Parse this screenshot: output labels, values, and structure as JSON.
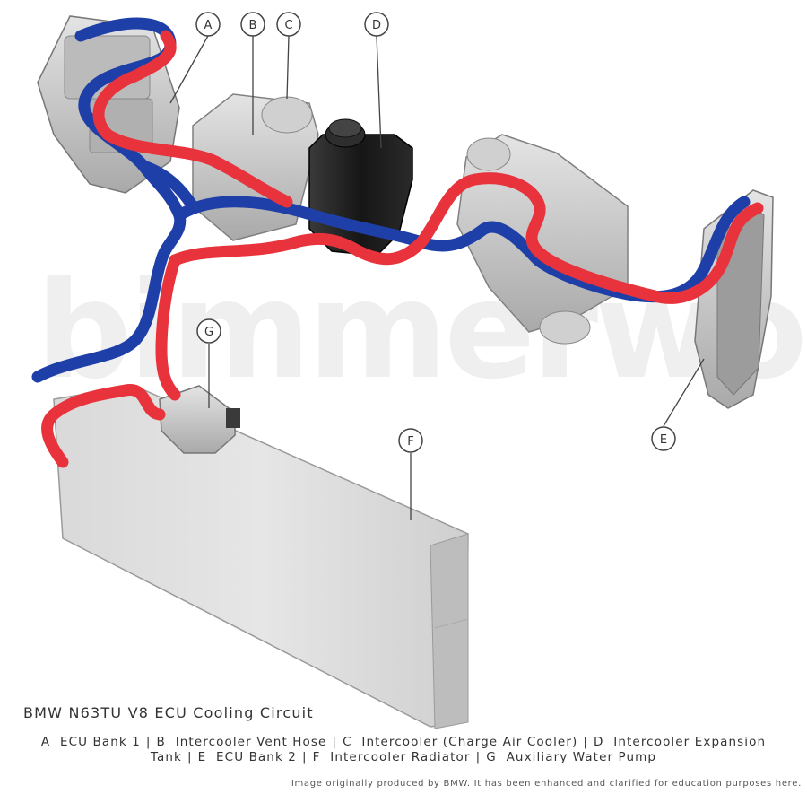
{
  "title": "BMW N63TU V8 ECU Cooling Circuit",
  "callouts": [
    "A",
    "B",
    "C",
    "D",
    "E",
    "F",
    "G"
  ],
  "legend": [
    {
      "letter": "A",
      "label": "ECU Bank 1"
    },
    {
      "letter": "B",
      "label": "Intercooler Vent Hose"
    },
    {
      "letter": "C",
      "label": "Intercooler (Charge Air Cooler)"
    },
    {
      "letter": "D",
      "label": "Intercooler Expansion Tank"
    },
    {
      "letter": "E",
      "label": "ECU Bank 2"
    },
    {
      "letter": "F",
      "label": "Intercooler Radiator"
    },
    {
      "letter": "G",
      "label": "Auxiliary Water Pump"
    }
  ],
  "watermark": "bimmerworld",
  "credit": "Image originally produced by BMW. It has been enhanced and clarified for education purposes here.",
  "colors": {
    "hot_hose": "#e8323c",
    "cold_hose": "#1f3fa8",
    "metal": "#c8c8c8",
    "tank": "#1a1a1a"
  }
}
